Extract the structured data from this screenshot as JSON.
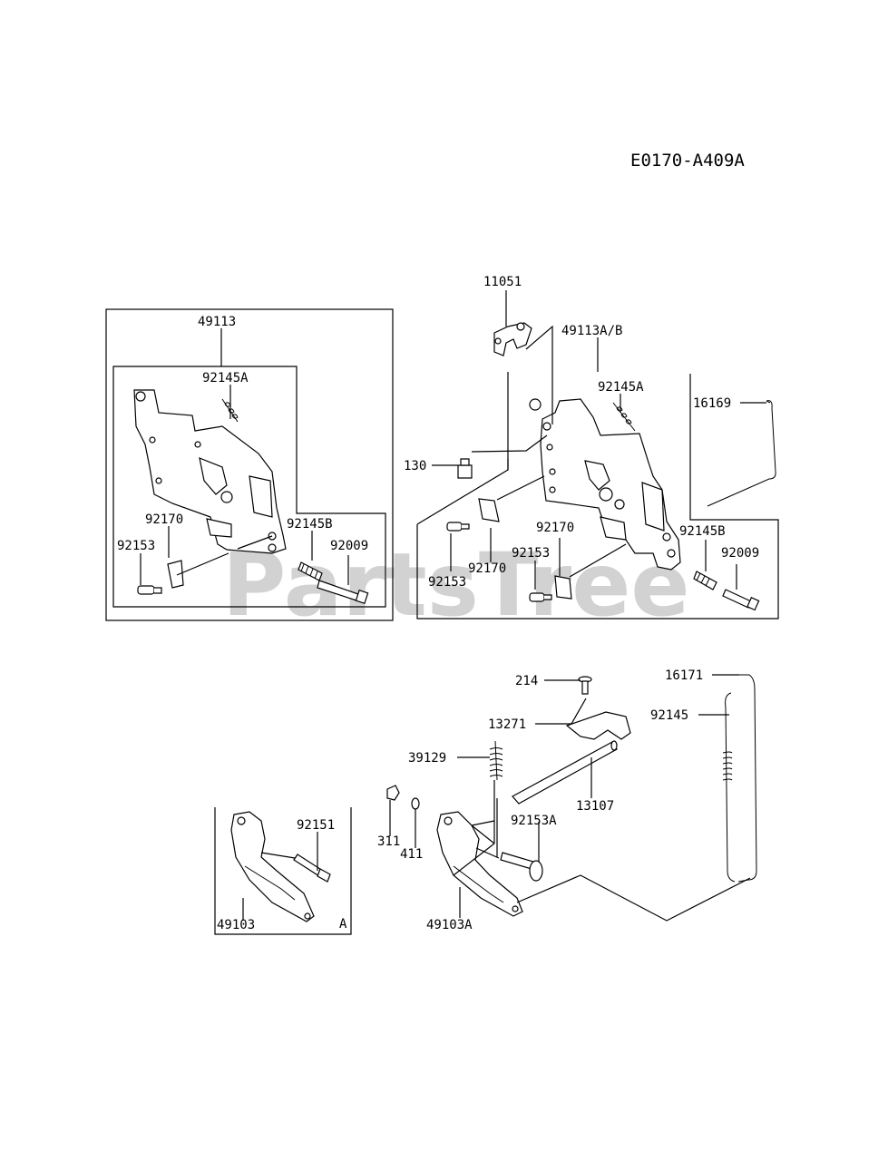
{
  "diagram_ref": "E0170-A409A",
  "watermark": "PartsTree",
  "labels": {
    "l49113": "49113",
    "l92145A_left": "92145A",
    "l92170_left": "92170",
    "l92145B_left": "92145B",
    "l92153_left": "92153",
    "l92009_left": "92009",
    "l11051": "11051",
    "l49113AB": "49113A/B",
    "l92145A_right": "92145A",
    "l16169": "16169",
    "l130": "130",
    "l92170_right_a": "92170",
    "l92145B_right": "92145B",
    "l92153_right_a": "92153",
    "l92009_right": "92009",
    "l92153_right_b": "92153",
    "l92170_right_b": "92170",
    "l214": "214",
    "l16171": "16171",
    "l13271": "13271",
    "l92145": "92145",
    "l39129": "39129",
    "l13107": "13107",
    "l311": "311",
    "l411": "411",
    "l92153A": "92153A",
    "l92151": "92151",
    "l49103": "49103",
    "l49103A": "49103A",
    "lA": "A"
  }
}
